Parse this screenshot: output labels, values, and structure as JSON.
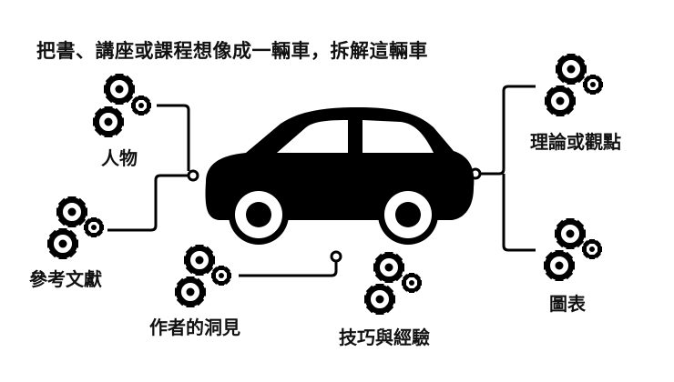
{
  "title": "把書、講座或課程想像成一輛車，拆解這輛車",
  "nodes": [
    {
      "id": "people",
      "label": "人物"
    },
    {
      "id": "references",
      "label": "參考文獻"
    },
    {
      "id": "author_insight",
      "label": "作者的洞見"
    },
    {
      "id": "skills",
      "label": "技巧與經驗"
    },
    {
      "id": "theory",
      "label": "理論或觀點"
    },
    {
      "id": "charts",
      "label": "圖表"
    }
  ],
  "colors": {
    "ink": "#000000",
    "background": "#ffffff"
  },
  "icons": [
    "gear-icon",
    "car-icon"
  ]
}
